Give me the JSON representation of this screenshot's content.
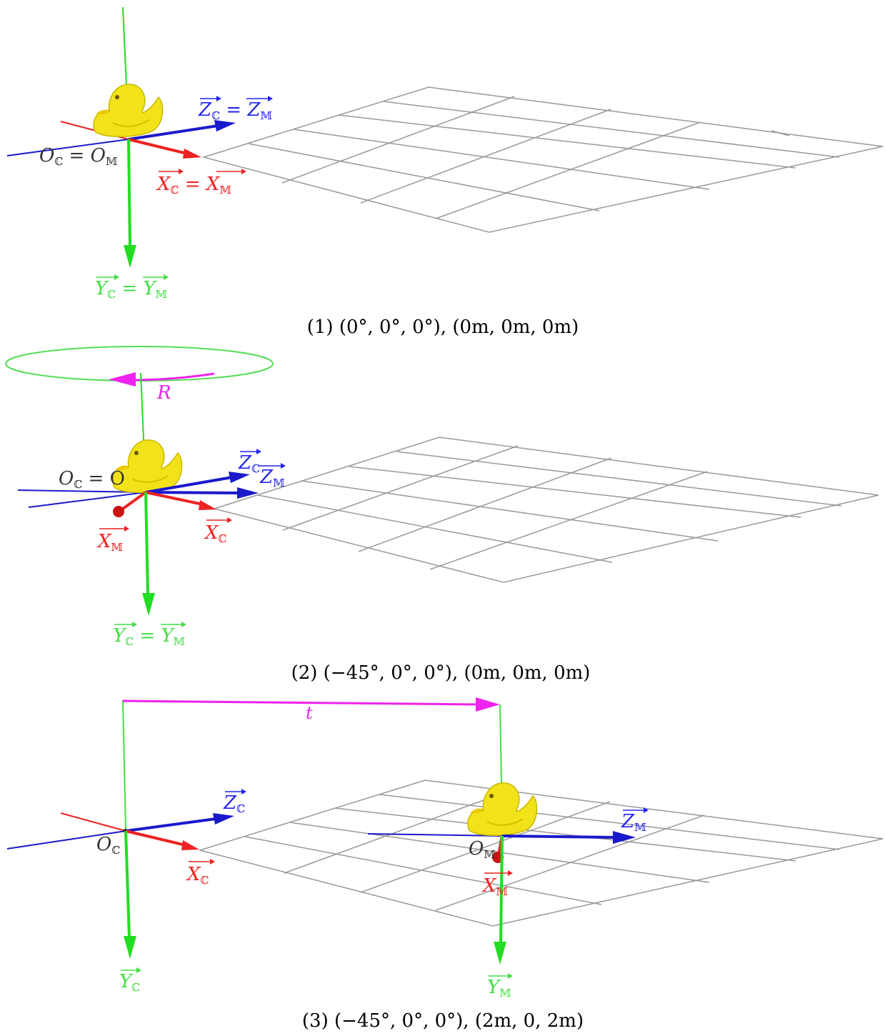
{
  "panels": [
    {
      "caption": "(1) (0°, 0°, 0°), (0m, 0m, 0m)",
      "labels": {
        "origin": "O",
        "origin_sub": "ℂ",
        "origin_eq": "= O",
        "origin_sub2": "𝕄",
        "z": "Z",
        "z_sub": "ℂ",
        "z_eq": "= Z",
        "z_sub2": "𝕄",
        "x": "X",
        "x_sub": "ℂ",
        "x_eq": "= X",
        "x_sub2": "𝕄",
        "y": "Y",
        "y_sub": "ℂ",
        "y_eq": "= Y",
        "y_sub2": "𝕄"
      }
    },
    {
      "caption": "(2) (−45°, 0°, 0°), (0m, 0m, 0m)",
      "rotation_label": "R",
      "labels": {
        "origin": "O",
        "origin_sub": "ℂ",
        "origin_eq": "= O",
        "zc": "Z",
        "zc_sub": "ℂ",
        "zm": "Z",
        "zm_sub": "𝕄",
        "xm": "X",
        "xm_sub": "𝕄",
        "xc": "X",
        "xc_sub": "ℂ",
        "y": "Y",
        "y_sub": "ℂ",
        "y_eq": "= Y",
        "y_sub2": "𝕄"
      }
    },
    {
      "caption": "(3) (−45°, 0°, 0°), (2m, 0, 2m)",
      "translation_label": "t",
      "labels": {
        "oc": "O",
        "oc_sub": "ℂ",
        "zc": "Z",
        "zc_sub": "ℂ",
        "xc": "X",
        "xc_sub": "ℂ",
        "yc": "Y",
        "yc_sub": "ℂ",
        "om": "O",
        "om_sub": "𝕄",
        "zm": "Z",
        "zm_sub": "𝕄",
        "xm": "X",
        "xm_sub": "𝕄",
        "ym": "Y",
        "ym_sub": "𝕄"
      }
    }
  ],
  "colors": {
    "x_axis": "#ee2222",
    "y_axis": "#22dd22",
    "z_axis": "#1a1acc",
    "motion": "#ee22ee",
    "grid": "#999999",
    "duck": "#f2e21a"
  },
  "icons": {
    "object": "rubber-duck-icon"
  }
}
